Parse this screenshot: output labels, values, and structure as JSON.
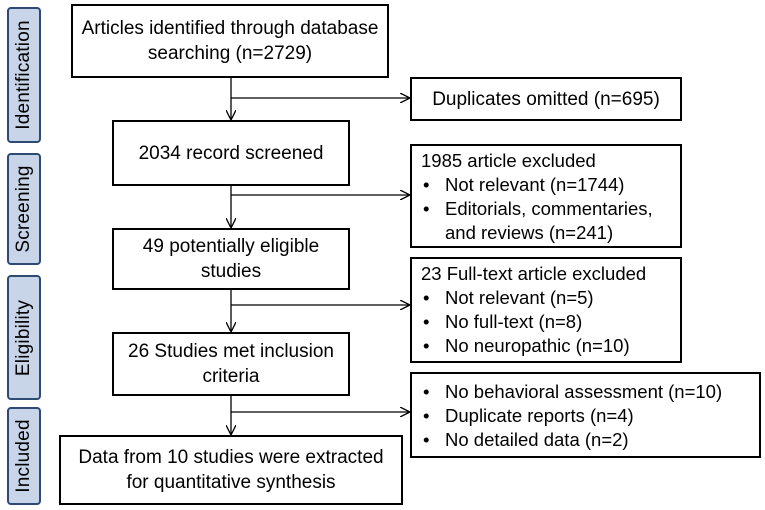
{
  "phases": {
    "identification": "Identification",
    "screening": "Screening",
    "eligibility": "Eligibility",
    "included": "Included"
  },
  "flow": {
    "identified": "Articles identified through database searching (n=2729)",
    "screened": "2034 record screened",
    "potentially_eligible": "49 potentially eligible studies",
    "met_criteria": "26 Studies met inclusion criteria",
    "extracted": "Data from 10 studies were extracted for quantitative synthesis"
  },
  "exclusions": {
    "duplicates": "Duplicates omitted (n=695)",
    "screening": {
      "heading": "1985 article excluded",
      "items": [
        "Not relevant (n=1744)",
        "Editorials, commentaries, and reviews (n=241)"
      ]
    },
    "fulltext": {
      "heading": "23 Full-text article excluded",
      "items": [
        "Not relevant (n=5)",
        "No full-text (n=8)",
        "No neuropathic (n=10)"
      ]
    },
    "final": {
      "items": [
        "No behavioral assessment (n=10)",
        "Duplicate reports (n=4)",
        "No detailed data (n=2)"
      ]
    }
  }
}
